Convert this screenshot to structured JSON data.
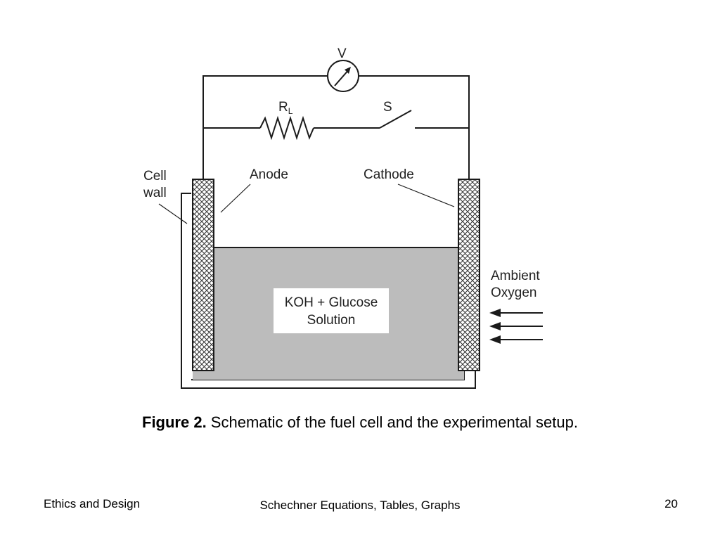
{
  "diagram": {
    "voltmeter_label": "V",
    "resistor_label": "R",
    "resistor_subscript": "L",
    "switch_label": "S",
    "cell_wall_line1": "Cell",
    "cell_wall_line2": "wall",
    "anode_label": "Anode",
    "cathode_label": "Cathode",
    "solution_line1": "KOH + Glucose",
    "solution_line2": "Solution",
    "oxygen_line1": "Ambient",
    "oxygen_line2": "Oxygen",
    "colors": {
      "solution": "#bcbcbc",
      "solution_label_bg": "#ffffff",
      "wire": "#1a1a1a"
    }
  },
  "caption": {
    "figure_label": "Figure 2.",
    "text": " Schematic of the fuel cell and the experimental setup."
  },
  "footer": {
    "left": "Ethics and Design",
    "center": "Schechner  Equations, Tables, Graphs",
    "page_number": "20"
  }
}
